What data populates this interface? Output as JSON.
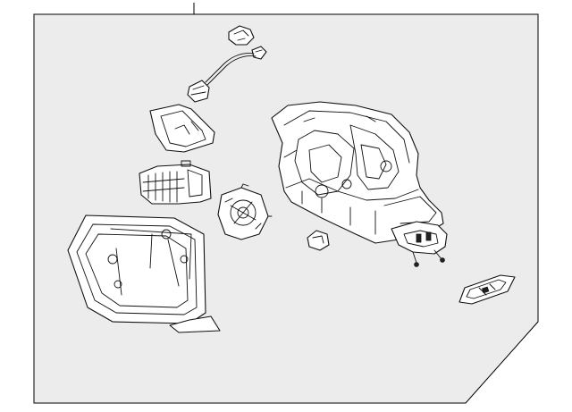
{
  "diagram": {
    "background_color": "#ffffff",
    "panel_color": "#ececec",
    "line_color": "#111111",
    "parts": [
      {
        "name": "wiring-harness-connector"
      },
      {
        "name": "wiring-harness-pigtail"
      },
      {
        "name": "mirror-cover-cap"
      },
      {
        "name": "mirror-bracket"
      },
      {
        "name": "mirror-glass-housing"
      },
      {
        "name": "mirror-glass-actuator"
      },
      {
        "name": "mirror-housing-assembly"
      },
      {
        "name": "clip"
      },
      {
        "name": "turn-signal-lamp"
      }
    ]
  }
}
